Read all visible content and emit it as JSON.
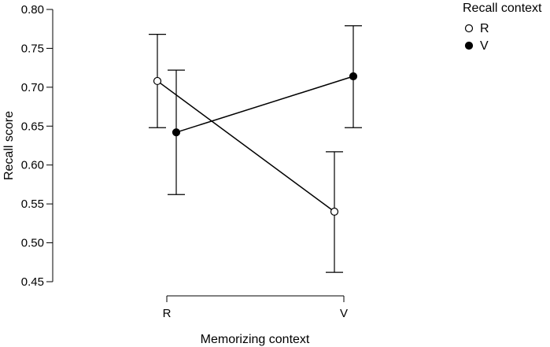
{
  "chart_data": {
    "type": "line",
    "xlabel": "Memorizing context",
    "ylabel": "Recall score",
    "categories": [
      "R",
      "V"
    ],
    "ylim": [
      0.45,
      0.8
    ],
    "yticks": [
      "0.45",
      "0.50",
      "0.55",
      "0.60",
      "0.65",
      "0.70",
      "0.75",
      "0.80"
    ],
    "grid": false,
    "legend": {
      "title": "Recall context",
      "position": "top-right"
    },
    "series": [
      {
        "name": "R",
        "marker": "open-circle",
        "values": [
          0.708,
          0.54
        ],
        "error_low": [
          0.648,
          0.462
        ],
        "error_high": [
          0.768,
          0.617
        ]
      },
      {
        "name": "V",
        "marker": "filled-circle",
        "values": [
          0.642,
          0.714
        ],
        "error_low": [
          0.562,
          0.648
        ],
        "error_high": [
          0.722,
          0.779
        ]
      }
    ]
  }
}
